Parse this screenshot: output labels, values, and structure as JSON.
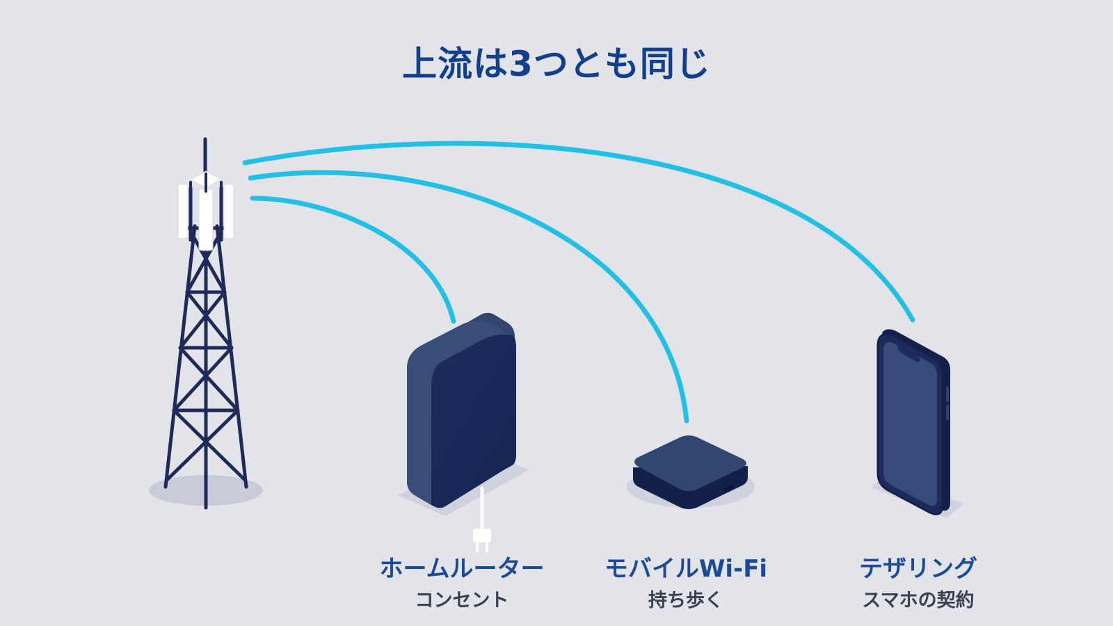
{
  "title": "上流は3つとも同じ",
  "colors": {
    "background": "#e3e4ea",
    "signal": "#22c0e4",
    "device": "#1c2b5c",
    "tower": "#1e2a57",
    "heading": "#123f8c"
  },
  "nodes": {
    "tower": {
      "icon": "cell-tower-icon"
    },
    "devices": [
      {
        "id": "home-router",
        "icon": "home-router-icon",
        "label": "ホームルーター",
        "sub": "コンセント"
      },
      {
        "id": "mobile-wifi",
        "icon": "mobile-wifi-icon",
        "label": "モバイルWi-Fi",
        "sub": "持ち歩く"
      },
      {
        "id": "tethering",
        "icon": "smartphone-icon",
        "label": "テザリング",
        "sub": "スマホの契約"
      }
    ]
  },
  "edges": [
    {
      "from": "tower",
      "to": "home-router"
    },
    {
      "from": "tower",
      "to": "mobile-wifi"
    },
    {
      "from": "tower",
      "to": "tethering"
    }
  ]
}
